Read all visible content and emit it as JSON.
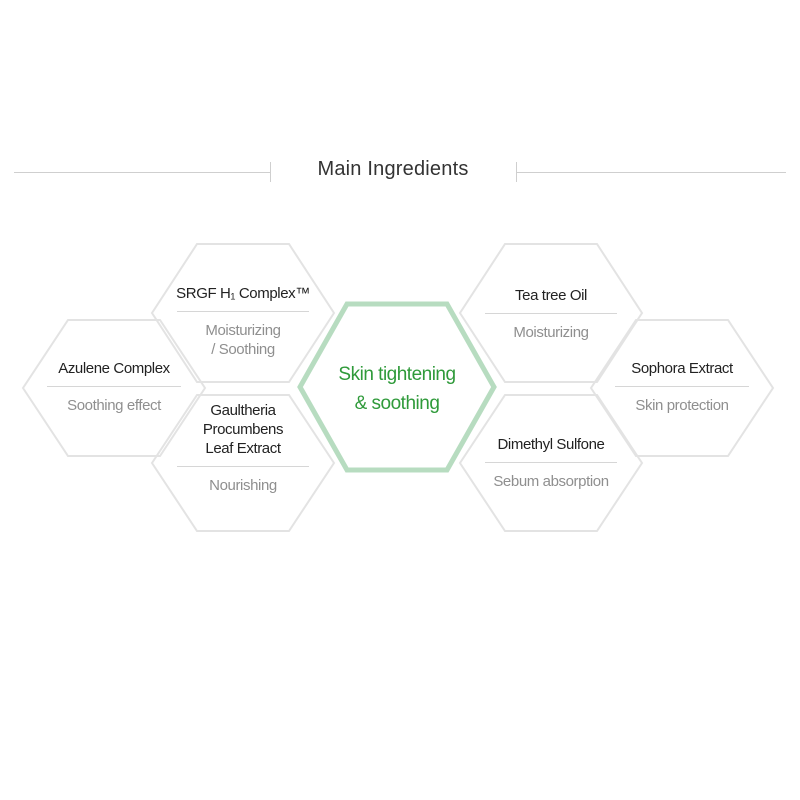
{
  "header": {
    "title": "Main Ingredients"
  },
  "center": {
    "line1": "Skin tightening",
    "line2": "& soothing",
    "color": "#2f9a3a",
    "border_color": "#b7dcc0"
  },
  "ingredients": [
    {
      "name": "Azulene Complex",
      "benefit": "Soothing effect"
    },
    {
      "name": "SRGF H₁ Complex™",
      "benefit_line1": "Moisturizing",
      "benefit_line2": "/ Soothing"
    },
    {
      "name_line1": "Gaultheria",
      "name_line2": "Procumbens",
      "name_line3": "Leaf Extract",
      "benefit": "Nourishing"
    },
    {
      "name": "Tea tree Oil",
      "benefit": "Moisturizing"
    },
    {
      "name": "Dimethyl Sulfone",
      "benefit": "Sebum absorption"
    },
    {
      "name": "Sophora Extract",
      "benefit": "Skin protection"
    }
  ],
  "colors": {
    "hex_outline": "#e3e3e3",
    "name_text": "#222222",
    "benefit_text": "#8f8f8f"
  }
}
